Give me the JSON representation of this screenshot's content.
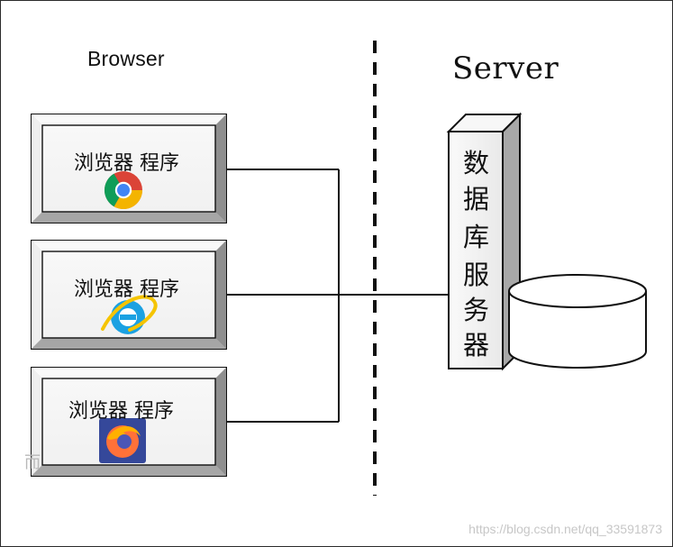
{
  "diagram": {
    "browser_title": "Browser",
    "server_title": "Server",
    "browser_boxes": [
      {
        "label": "浏览器 程序",
        "icon": "chrome-icon"
      },
      {
        "label": "浏览器 程序",
        "icon": "internet-explorer-icon"
      },
      {
        "label": "浏览器 程序",
        "icon": "firefox-icon"
      }
    ],
    "database_server": {
      "chars": [
        "数",
        "据",
        "库",
        "服",
        "务",
        "器"
      ]
    }
  },
  "overlay": {
    "watermark": "https://blog.csdn.net/qq_33591873",
    "faint_glyph": "而"
  },
  "colors": {
    "line": "#111111",
    "panel_fill": "#e7e7e7",
    "panel_light": "#f7f7f7",
    "panel_dark": "#9d9d9d",
    "chrome_red": "#db4437",
    "chrome_yellow": "#f4b400",
    "chrome_green": "#0f9d58",
    "chrome_blue": "#4285f4",
    "ie_blue": "#1ba1e2",
    "ie_gold": "#f5c400",
    "firefox_orange": "#ff7139",
    "firefox_blue": "#35489a"
  }
}
